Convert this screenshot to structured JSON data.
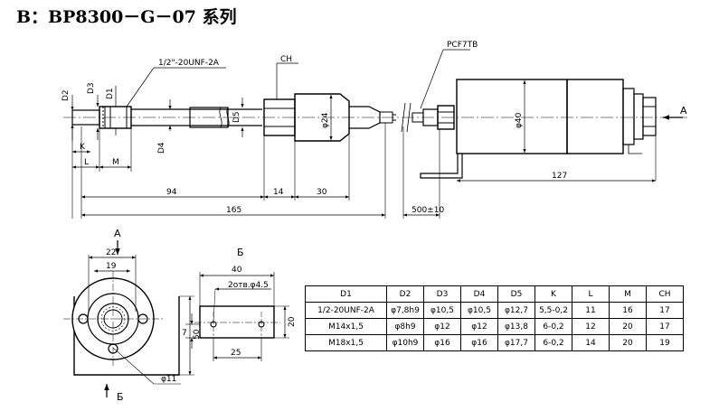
{
  "title": "B：BP8300－G－07 系列",
  "side_view": {
    "labels": {
      "thread": "1/2\"-20UNF-2A",
      "ch": "CH",
      "connector": "PCF7TB",
      "d2": "D2",
      "d3": "D3",
      "d1": "D1",
      "d4": "D4",
      "d5": "D5",
      "d24": "φ24",
      "d40": "φ40",
      "k": "K",
      "l": "L",
      "m": "M",
      "arrow_a": "A"
    },
    "dims": {
      "d94": "94",
      "d14": "14",
      "d30": "30",
      "d165": "165",
      "d127": "127",
      "d500": "500±10"
    }
  },
  "view_a": {
    "label": "A",
    "dim22": "22",
    "dim19": "19",
    "dim50": "50",
    "dim11": "φ11",
    "section": "Б"
  },
  "view_b": {
    "label": "Б",
    "dim40": "40",
    "holes": "2отв.φ4.5",
    "dim20": "20",
    "dim7": "7",
    "dim25": "25"
  },
  "table": {
    "headers": [
      "D1",
      "D2",
      "D3",
      "D4",
      "D5",
      "K",
      "L",
      "M",
      "CH"
    ],
    "rows": [
      [
        "1/2-20UNF-2A",
        "φ7,8h9",
        "φ10,5",
        "φ10,5",
        "φ12,7",
        "5,5-0,2",
        "11",
        "16",
        "17"
      ],
      [
        "M14x1,5",
        "φ8h9",
        "φ12",
        "φ12",
        "φ13,8",
        "6-0,2",
        "12",
        "20",
        "17"
      ],
      [
        "M18x1,5",
        "φ10h9",
        "φ16",
        "φ16",
        "φ17,7",
        "6-0,2",
        "14",
        "20",
        "19"
      ]
    ]
  }
}
